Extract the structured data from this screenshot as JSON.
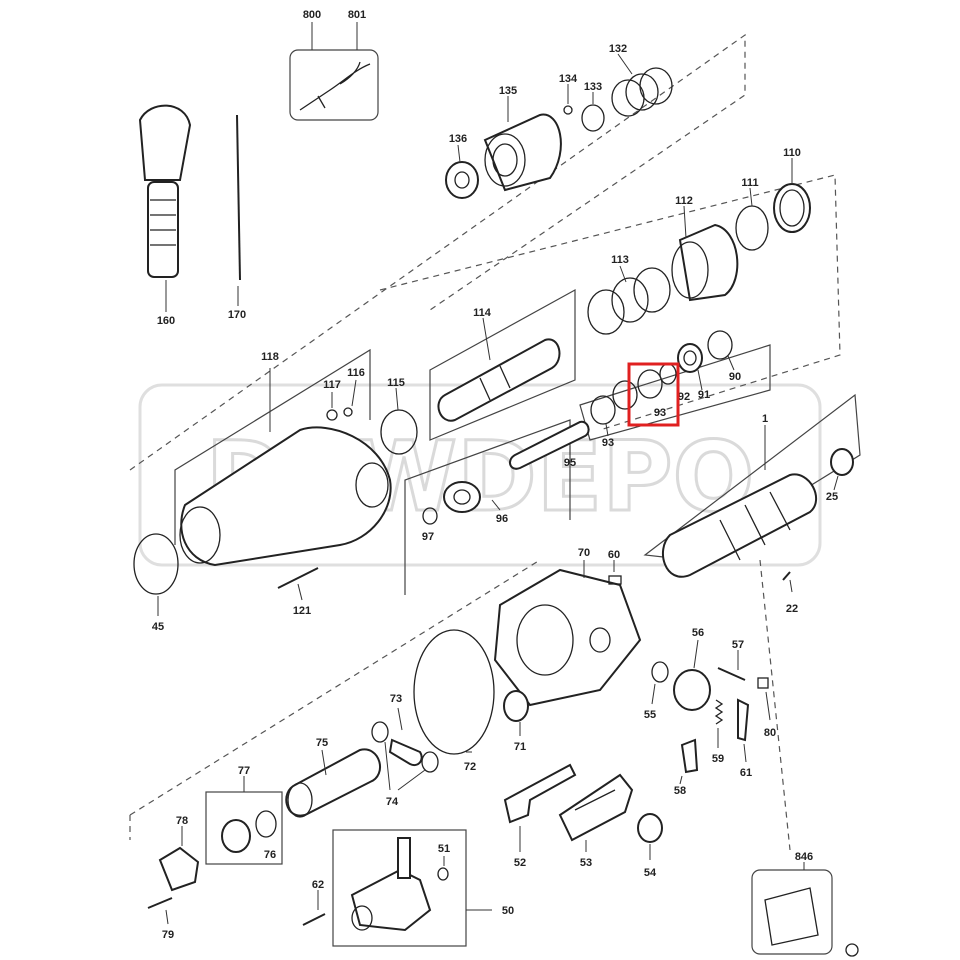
{
  "watermark": "DEWDEPO",
  "highlight_color": "#e02020",
  "line_color": "#222222",
  "highlighted_part": "93",
  "part_labels": {
    "p800": "800",
    "p801": "801",
    "p132": "132",
    "p134": "134",
    "p133": "133",
    "p135": "135",
    "p136": "136",
    "p110": "110",
    "p111": "111",
    "p112": "112",
    "p113": "113",
    "p114": "114",
    "p118": "118",
    "p117": "117",
    "p116": "116",
    "p115": "115",
    "p160": "160",
    "p170": "170",
    "p90": "90",
    "p91": "91",
    "p92": "92",
    "p93a": "93",
    "p93b": "93",
    "p95": "95",
    "p96": "96",
    "p97": "97",
    "p1": "1",
    "p25": "25",
    "p45": "45",
    "p121": "121",
    "p70": "70",
    "p60": "60",
    "p22": "22",
    "p56": "56",
    "p57": "57",
    "p55": "55",
    "p80": "80",
    "p71": "71",
    "p72": "72",
    "p73": "73",
    "p74": "74",
    "p75": "75",
    "p59": "59",
    "p61": "61",
    "p58": "58",
    "p77": "77",
    "p76": "76",
    "p78": "78",
    "p79": "79",
    "p62": "62",
    "p51": "51",
    "p50": "50",
    "p52": "52",
    "p53": "53",
    "p54": "54",
    "p846": "846"
  }
}
